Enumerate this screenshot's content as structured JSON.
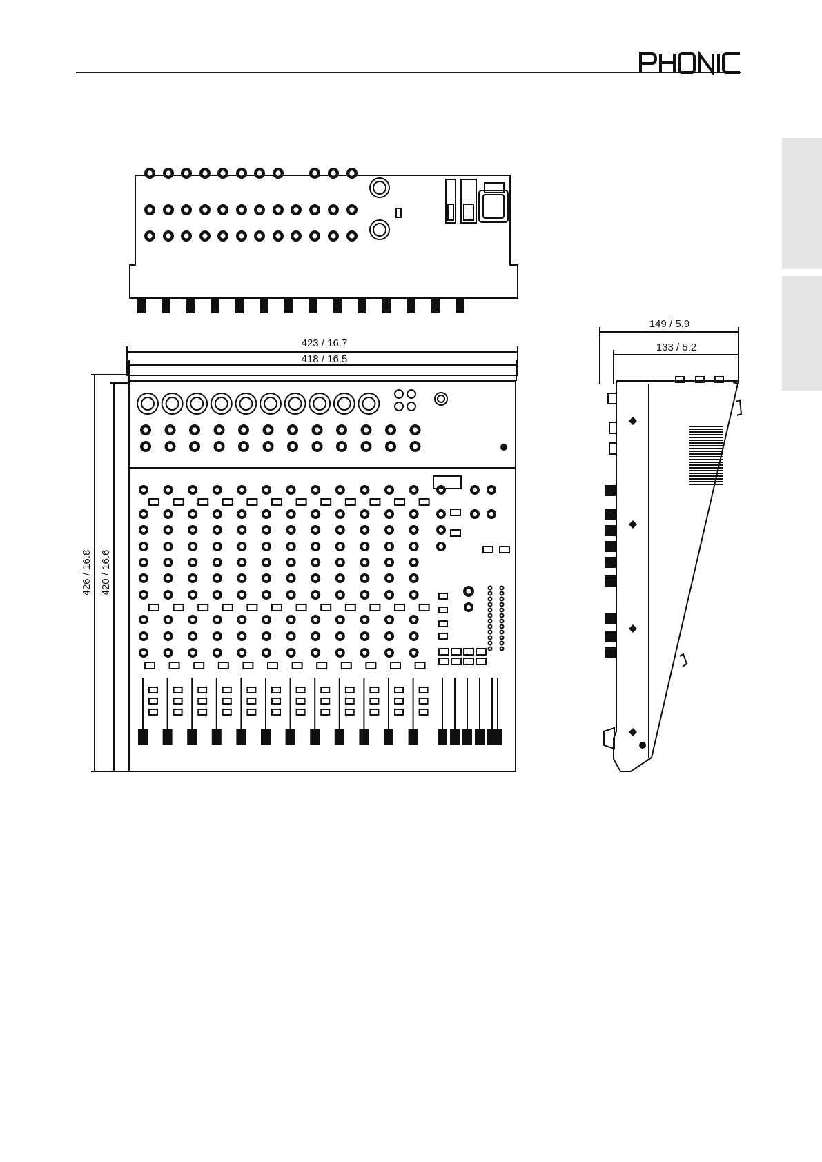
{
  "header": {
    "brand": "PHONIC"
  },
  "colors": {
    "line": "#111111",
    "tab": "#e3e3e3"
  },
  "diagram": {
    "type": "dimension drawing",
    "views": [
      "rear view",
      "top view",
      "side view"
    ],
    "dimensions": {
      "width_outer": "423 / 16.7",
      "width_inner": "418 / 16.5",
      "depth_outer": "426 / 16.8",
      "depth_inner": "420 / 16.6",
      "height_outer": "149 / 5.9",
      "height_inner": "133 / 5.2"
    }
  }
}
